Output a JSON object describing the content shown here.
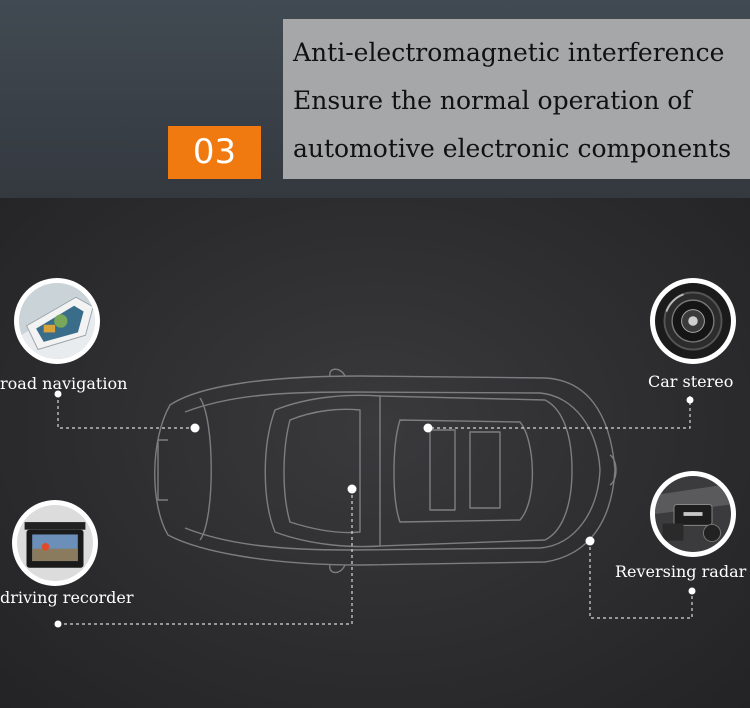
{
  "header": {
    "number": "03",
    "lines": [
      "Anti-electromagnetic interference",
      "Ensure the normal operation of",
      "automotive electronic components"
    ]
  },
  "features": {
    "road_navigation": {
      "label": "road navigation",
      "icon": "gps-navigator-icon"
    },
    "driving_recorder": {
      "label": "driving recorder",
      "icon": "dashcam-icon"
    },
    "car_stereo": {
      "label": "Car stereo",
      "icon": "speaker-icon"
    },
    "reversing_radar": {
      "label": "Reversing radar",
      "icon": "engine-bay-icon"
    }
  },
  "colors": {
    "accent": "#f07a10",
    "text_box": "#a6a7a9",
    "background": "#2b2b2d"
  }
}
